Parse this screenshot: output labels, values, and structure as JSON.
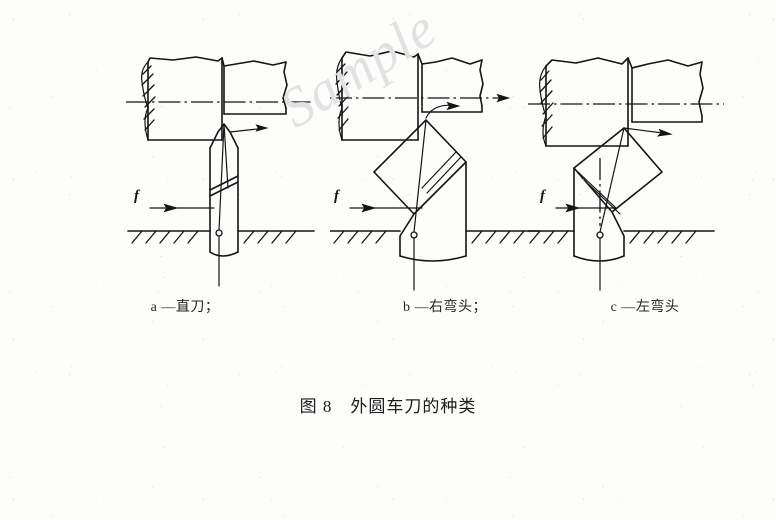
{
  "document": {
    "type": "scanned-technical-figure",
    "background_color": "#fdfdfc",
    "ink_color": "#141414"
  },
  "watermark": {
    "text": "Sample",
    "color": "#e2e2e2",
    "rotation_deg": -32
  },
  "figure": {
    "caption_number": "图 8",
    "caption_title": "外圆车刀的种类",
    "panels": [
      {
        "key": "a",
        "label": "a —直刀；",
        "letter": "a",
        "name": "直刀",
        "feed_label": "f",
        "tool_type": "straight-turning-tool"
      },
      {
        "key": "b",
        "label": "b —右弯头；",
        "letter": "b",
        "name": "右弯头",
        "feed_label": "f",
        "tool_type": "right-bent-head-tool"
      },
      {
        "key": "c",
        "label": "c —左弯头",
        "letter": "c",
        "name": "左弯头",
        "feed_label": "f",
        "tool_type": "left-bent-head-tool"
      }
    ]
  }
}
